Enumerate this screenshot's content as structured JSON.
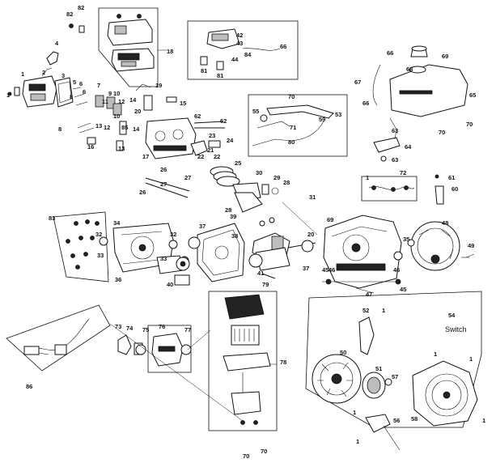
{
  "diagram": {
    "callouts": [
      "1",
      "2",
      "3",
      "4",
      "5",
      "6",
      "7",
      "8",
      "9",
      "10",
      "11",
      "12",
      "13",
      "14",
      "15",
      "16",
      "17",
      "18",
      "19",
      "20",
      "21",
      "22",
      "23",
      "24",
      "25",
      "26",
      "27",
      "28",
      "29",
      "30",
      "31",
      "32",
      "33",
      "34",
      "35",
      "36",
      "37",
      "38",
      "39",
      "40",
      "41",
      "42",
      "43",
      "44",
      "45",
      "46",
      "47",
      "48",
      "49",
      "50",
      "51",
      "52",
      "53",
      "54",
      "55",
      "56",
      "57",
      "58",
      "59",
      "60",
      "61",
      "62",
      "63",
      "64",
      "65",
      "66",
      "67",
      "68",
      "69",
      "70",
      "71",
      "72",
      "73",
      "74",
      "75",
      "76",
      "77",
      "78",
      "79",
      "80",
      "81",
      "82",
      "83",
      "84",
      "85",
      "86"
    ],
    "switch_label": "Switch",
    "colors": {
      "line": "#111111",
      "fill": "#ffffff",
      "shade": "#bdbdbd",
      "dark": "#222222"
    }
  }
}
